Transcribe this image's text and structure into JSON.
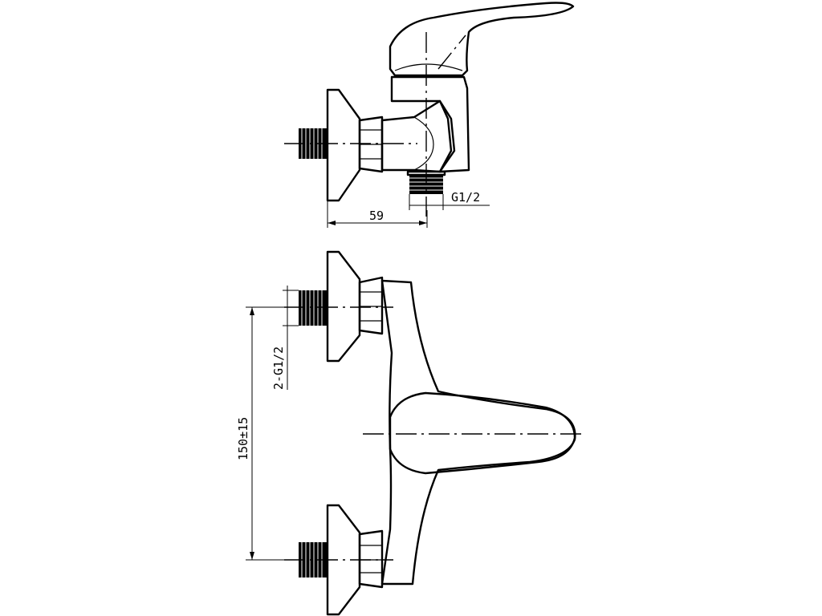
{
  "dimensions": {
    "width_label": "59",
    "inlet_thread_label": "G1/2",
    "connection_thread_label": "2-G1/2",
    "centre_distance_label": "150±15"
  },
  "colors": {
    "line": "#000000",
    "background": "#ffffff"
  }
}
